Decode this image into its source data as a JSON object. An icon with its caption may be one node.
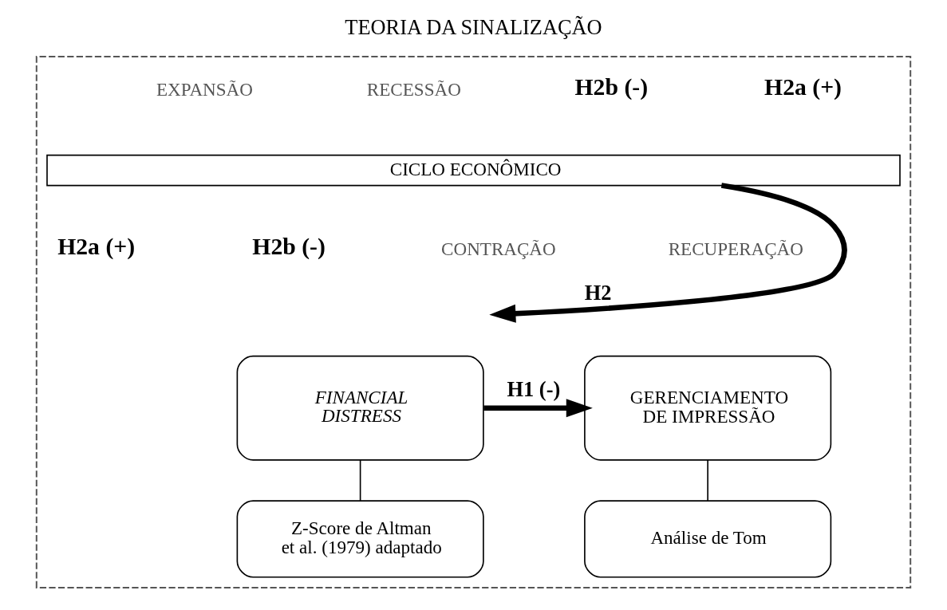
{
  "diagram": {
    "title": "TEORIA DA SINALIZAÇÃO",
    "nodes": [
      {
        "text": [],
        "shape": "box"
      },
      {
        "text": [
          "CICLO ECONÔMICO"
        ],
        "in": 0
      },
      {
        "text": [
          "FINANCIAL DISTRESS"
        ],
        "in": 0
      },
      {
        "text": [
          "Z-Score de Altman et al. (1979) adaptado"
        ],
        "in": 0
      },
      {
        "text": [
          "GERENCIAMENTO DE IMPRESSÃO"
        ],
        "in": 0
      },
      {
        "text": [
          "Análise de Tom"
        ],
        "in": 0
      }
    ],
    "edges": [
      {
        "from": 1,
        "to": null,
        "arrow": "to",
        "label": "H2",
        "style": "thick"
      },
      {
        "from": 2,
        "to": 4,
        "arrow": "to",
        "label": "H1 (-)",
        "style": "thick"
      },
      {
        "from": 2,
        "to": 3,
        "arrow": "none"
      },
      {
        "from": 4,
        "to": 5,
        "arrow": "none"
      }
    ],
    "labels": [
      "EXPANSÃO",
      "RECESSÃO",
      "H2b (-)",
      "H2a (+)",
      "H2a (+)",
      "H2b (-)",
      "CONTRAÇÃO",
      "RECUPERAÇÃO"
    ]
  }
}
